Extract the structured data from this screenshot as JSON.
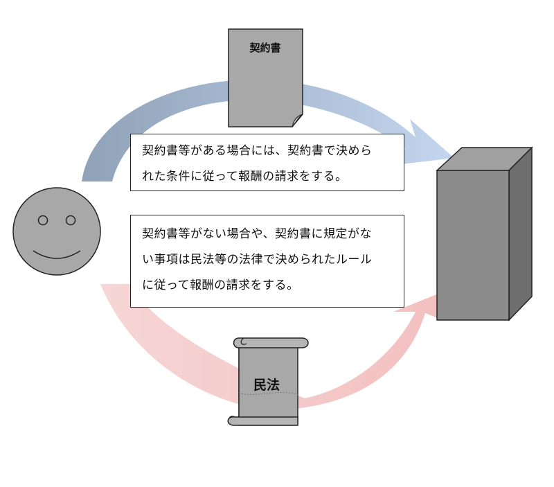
{
  "diagram": {
    "contract_document": {
      "label": "契約書",
      "icon": "document-icon"
    },
    "civil_code_scroll": {
      "label": "民法",
      "icon": "scroll-icon"
    },
    "person": {
      "icon": "smiley-face-icon"
    },
    "counterparty": {
      "icon": "cube-building-icon"
    },
    "contract_box": {
      "lines": [
        "契約書等がある場合には、契約書で決めら",
        "れた条件に従って報酬の請求をする。"
      ]
    },
    "civil_box": {
      "lines": [
        "契約書等がない場合や、契約書に規定がな",
        "い事項は民法等の法律で決められたルール",
        "に従って報酬の請求をする。"
      ]
    },
    "colors": {
      "top_arrow_start": "#8fa2b8",
      "top_arrow_end": "#c3d6ee",
      "bottom_arrow_start": "#f5cfcf",
      "bottom_arrow_end": "#f4c2c2",
      "gray_fill": "#a8a8a8",
      "cube_front": "#8c8c8c",
      "cube_side": "#6e6e6e",
      "cube_top": "#a0a0a0"
    }
  }
}
